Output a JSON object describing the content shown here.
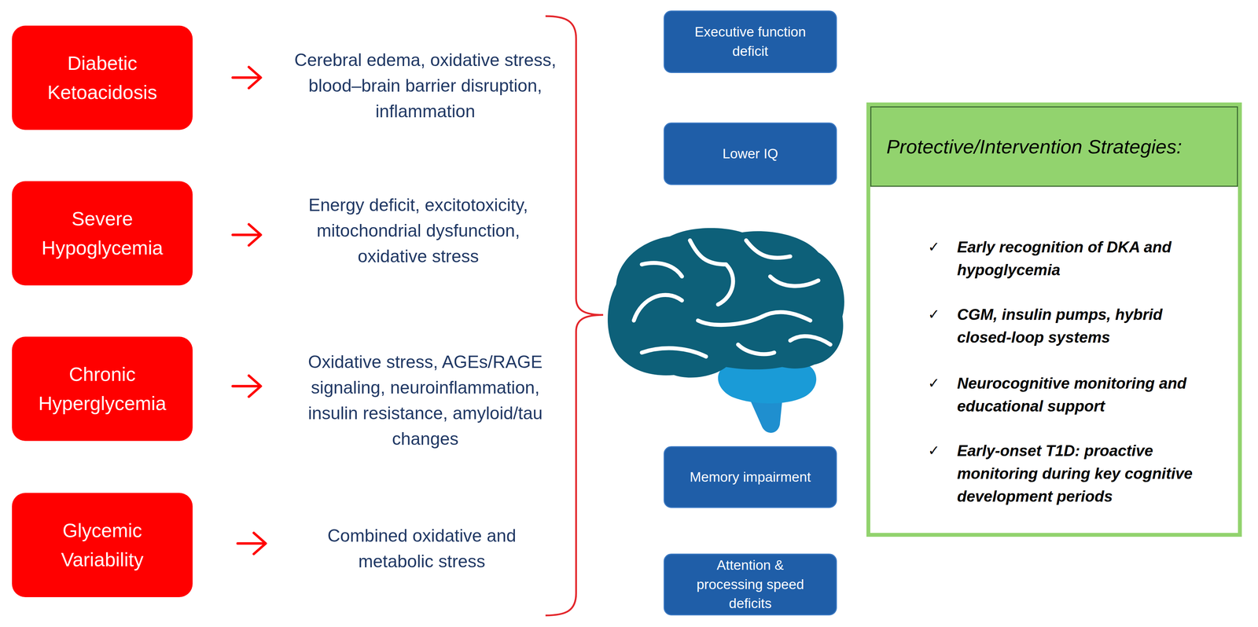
{
  "diagram": {
    "nodes": [
      {
        "text": [
          "Diabetic Ketoacidosis"
        ]
      },
      {
        "text": [
          "Severe Hypoglycemia"
        ]
      },
      {
        "text": [
          "Chronic Hyperglycemia"
        ]
      },
      {
        "text": [
          "Glycemic Variability"
        ]
      },
      {
        "text": [
          "Executive function deficit"
        ]
      },
      {
        "text": [
          "Lower IQ"
        ]
      },
      {
        "text": [
          "Memory impairment"
        ]
      },
      {
        "text": [
          "Attention & processing speed deficits"
        ]
      },
      {
        "text": [
          "Protective/Intervention Strategies:",
          "Early recognition of DKA and hypoglycemia",
          "CGM, insulin pumps, hybrid closed-loop systems",
          "Neurocognitive monitoring and educational support",
          "Early-onset T1D: proactive monitoring during key cognitive development periods"
        ]
      }
    ],
    "labels": [
      "Cerebral edema, oxidative stress, blood–brain barrier disruption, inflammation",
      "Energy deficit, excitotoxicity, mitochondrial dysfunction, oxidative stress",
      "Oxidative stress, AGEs/RAGE signaling, neuroinflammation, insulin resistance, amyloid/tau changes",
      "Combined oxidative and metabolic stress",
      "✓",
      "✓",
      "✓",
      "✓"
    ]
  }
}
